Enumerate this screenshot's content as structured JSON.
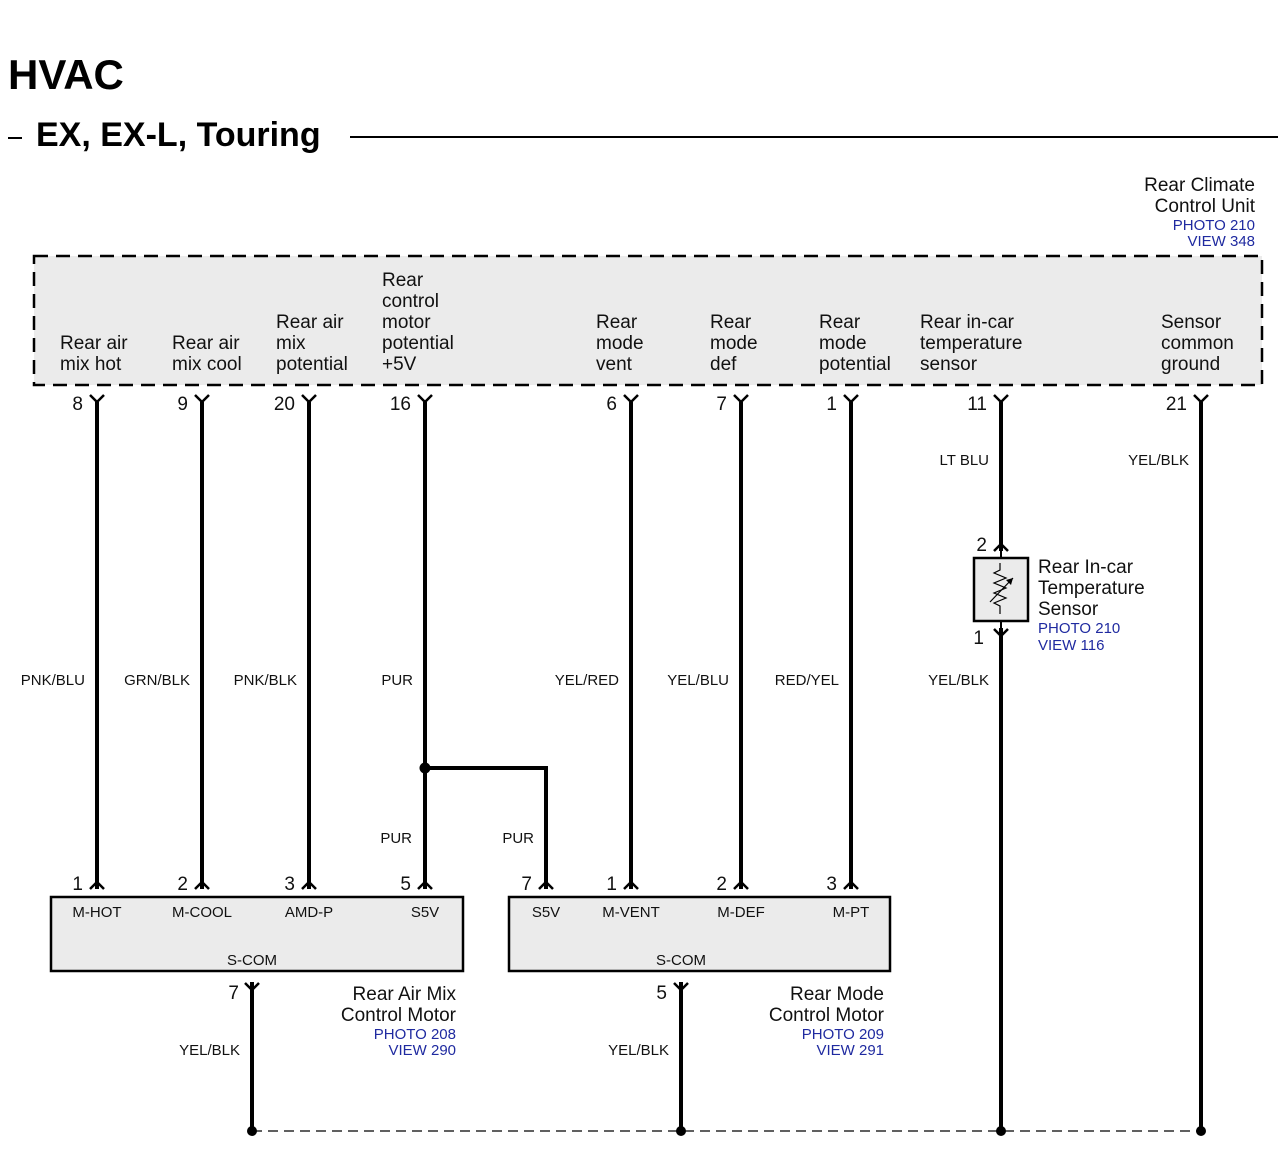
{
  "title": "HVAC",
  "subtitle": "EX, EX-L, Touring",
  "colors": {
    "reference": "#1f2aa0",
    "box_fill": "#ebebeb",
    "line": "#000000"
  },
  "climate_unit": {
    "name": [
      "Rear Climate",
      "Control Unit"
    ],
    "photo": "PHOTO 210",
    "view": "VIEW 348",
    "terminals": [
      {
        "label": [
          "Rear air",
          "mix hot"
        ],
        "pin": "8",
        "wire": "PNK/BLU"
      },
      {
        "label": [
          "Rear air",
          "mix cool"
        ],
        "pin": "9",
        "wire": "GRN/BLK"
      },
      {
        "label": [
          "Rear air",
          "mix",
          "potential"
        ],
        "pin": "20",
        "wire": "PNK/BLK"
      },
      {
        "label": [
          "Rear",
          "control",
          "motor",
          "potential",
          "+5V"
        ],
        "pin": "16",
        "wire": "PUR"
      },
      {
        "label": [
          "Rear",
          "mode",
          "vent"
        ],
        "pin": "6",
        "wire": "YEL/RED"
      },
      {
        "label": [
          "Rear",
          "mode",
          "def"
        ],
        "pin": "7",
        "wire": "YEL/BLU"
      },
      {
        "label": [
          "Rear",
          "mode",
          "potential"
        ],
        "pin": "1",
        "wire": "RED/YEL"
      },
      {
        "label": [
          "Rear in-car",
          "temperature",
          "sensor"
        ],
        "pin": "11",
        "wire": "LT BLU"
      },
      {
        "label": [
          "Sensor",
          "common",
          "ground"
        ],
        "pin": "21",
        "wire": "YEL/BLK"
      }
    ]
  },
  "temp_sensor": {
    "name": [
      "Rear In-car",
      "Temperature",
      "Sensor"
    ],
    "photo": "PHOTO 210",
    "view": "VIEW 116",
    "pin_top": "2",
    "pin_bottom": "1",
    "wire_bottom": "YEL/BLK"
  },
  "splice": {
    "wire_down": "PUR",
    "wire_branch": "PUR"
  },
  "mix_motor": {
    "name": [
      "Rear Air Mix",
      "Control Motor"
    ],
    "photo": "PHOTO 208",
    "view": "VIEW 290",
    "terminals": [
      {
        "pin": "1",
        "label": "M-HOT"
      },
      {
        "pin": "2",
        "label": "M-COOL"
      },
      {
        "pin": "3",
        "label": "AMD-P"
      },
      {
        "pin": "5",
        "label": "S5V"
      }
    ],
    "common_label": "S-COM",
    "common_pin": "7",
    "common_wire": "YEL/BLK"
  },
  "mode_motor": {
    "name": [
      "Rear Mode",
      "Control Motor"
    ],
    "photo": "PHOTO 209",
    "view": "VIEW 291",
    "terminals": [
      {
        "pin": "7",
        "label": "S5V"
      },
      {
        "pin": "1",
        "label": "M-VENT"
      },
      {
        "pin": "2",
        "label": "M-DEF"
      },
      {
        "pin": "3",
        "label": "M-PT"
      }
    ],
    "common_label": "S-COM",
    "common_pin": "5",
    "common_wire": "YEL/BLK"
  }
}
